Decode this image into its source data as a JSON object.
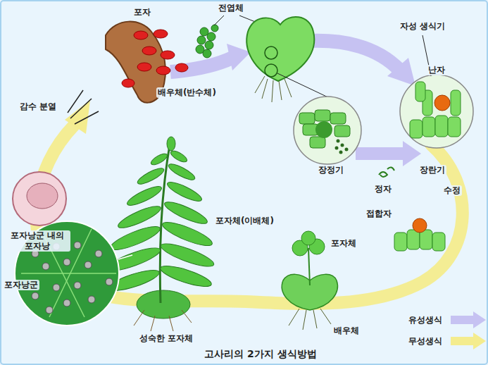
{
  "diagram": {
    "title": "고사리의 2가지 생식방법",
    "labels": [
      "포자",
      "전엽체",
      "자성 생식기",
      "난자",
      "감수 분열",
      "배우체(반수체)",
      "장정기",
      "정자",
      "장란기",
      "수정",
      "포자낭군 내의 포자낭",
      "포자체(이배체)",
      "접합자",
      "포자체",
      "포자낭군",
      "배우체",
      "성숙한 포자체"
    ],
    "legend": [
      {
        "text": "유성생식"
      },
      {
        "text": "무성생식"
      }
    ]
  }
}
